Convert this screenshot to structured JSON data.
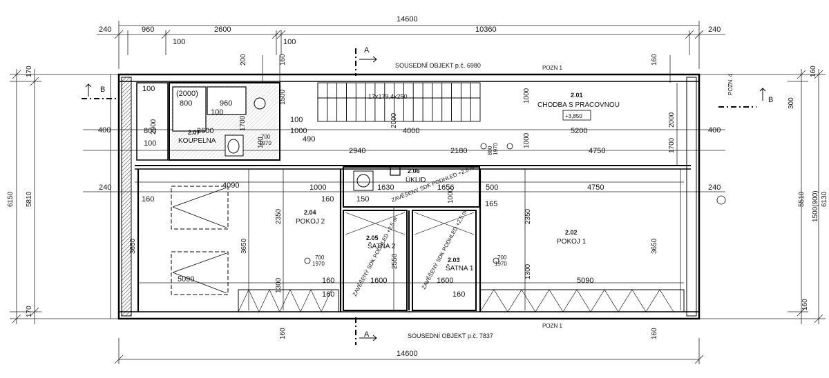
{
  "labels": {
    "neighbor_top": "SOUSEDNÍ OBJEKT p.č. 6980",
    "neighbor_bottom": "SOUSEDNÍ OBJEKT p.č. 7837",
    "pozn_1": "POZN 1",
    "pozn_4": "POZN. 4",
    "section_a": "A",
    "section_b": "B",
    "stairs": "17x179,4x250",
    "ceiling_note": "ZAVĚŠENÝ SDK PODHLED +2,5 m",
    "level": "+3,850"
  },
  "rooms": [
    {
      "no": "2.01",
      "name": "CHODBA S PRACOVNOU"
    },
    {
      "no": "2.02",
      "name": "POKOJ 1"
    },
    {
      "no": "2.03",
      "name": "ŠATNA 1"
    },
    {
      "no": "2.04",
      "name": "POKOJ 2"
    },
    {
      "no": "2.05",
      "name": "ŠATNA 2"
    },
    {
      "no": "2.06",
      "name": "ÚKLID"
    },
    {
      "no": "2.07",
      "name": "KOUPELNA"
    }
  ],
  "doors": {
    "width": "700",
    "height": "1970",
    "width_alt": "800"
  },
  "dims": {
    "overall": "14600",
    "top_segments": [
      "240",
      "960",
      "2600",
      "10360",
      "240"
    ],
    "top_sub": [
      "100",
      "100"
    ],
    "left_total": "6150",
    "left_inner": "5810",
    "left_segments": [
      "170",
      "170"
    ],
    "right_total": "6130",
    "right_inner": "5510",
    "right_door": "1500(900)",
    "right_segments": [
      "160",
      "300",
      "160"
    ],
    "walls": [
      "160",
      "200",
      "240",
      "400",
      "100"
    ],
    "bath": [
      "100",
      "(2000)",
      "800",
      "2000",
      "960",
      "100",
      "1700",
      "1500",
      "800",
      "2600",
      "100",
      "490",
      "1000",
      "100",
      "100"
    ],
    "corridor": [
      "4000",
      "5200",
      "2940",
      "2180",
      "4750",
      "1700",
      "1000",
      "2000"
    ],
    "middle": [
      "4090",
      "1000",
      "1630",
      "150",
      "1656",
      "500",
      "165",
      "1000",
      "4750"
    ],
    "rooms_v": [
      "3650",
      "3650",
      "2350",
      "2350",
      "2550",
      "1300",
      "1300",
      "3650"
    ],
    "bottom": [
      "5090",
      "1600",
      "1600",
      "5090",
      "160"
    ]
  }
}
